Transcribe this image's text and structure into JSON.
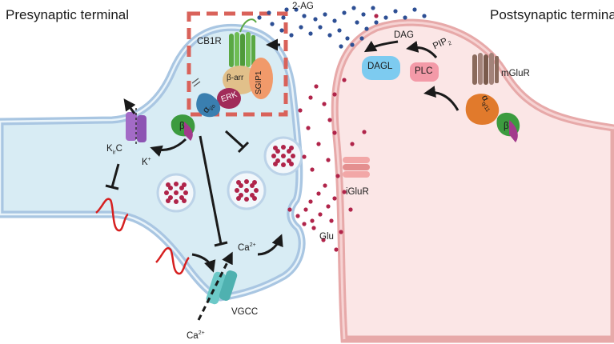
{
  "titles": {
    "presynaptic": "Presynaptic terminal",
    "postsynaptic": "Postsynaptic terminal"
  },
  "labels": {
    "two_ag": "2-AG",
    "cb1r": "CB1R",
    "beta_arr": "β-arr",
    "sgip1": "SGIP1",
    "erk": "ERK",
    "alpha_io": "α",
    "alpha_io_sub": "i/o",
    "beta": "β",
    "kir_k": "K",
    "kir_sub": "ir",
    "kir_c": "C",
    "k_ion": "K",
    "k_ion_sup": "+",
    "ca_inner": "Ca",
    "ca_inner_sup": "2+",
    "ca_outer": "Ca",
    "ca_outer_sup": "2+",
    "vgcc": "VGCC",
    "glu": "Glu",
    "iglur": "iGluR",
    "dag": "DAG",
    "pip": "PIP",
    "pip_sub": "2",
    "dagl": "DAGL",
    "plc": "PLC",
    "mglur": "mGluR",
    "alpha_q11": "α",
    "alpha_q11_sub": "q/11",
    "beta_post": "β"
  },
  "colors": {
    "pre_fill": "#d8ecf4",
    "pre_membrane": "#a9c6e2",
    "post_fill": "#fbe6e6",
    "post_membrane": "#e7a9a9",
    "dashed_box": "#d9625a",
    "vesicle_dot": "#b0244a",
    "ag_dot": "#2d4f94",
    "signal_red": "#d62020"
  }
}
